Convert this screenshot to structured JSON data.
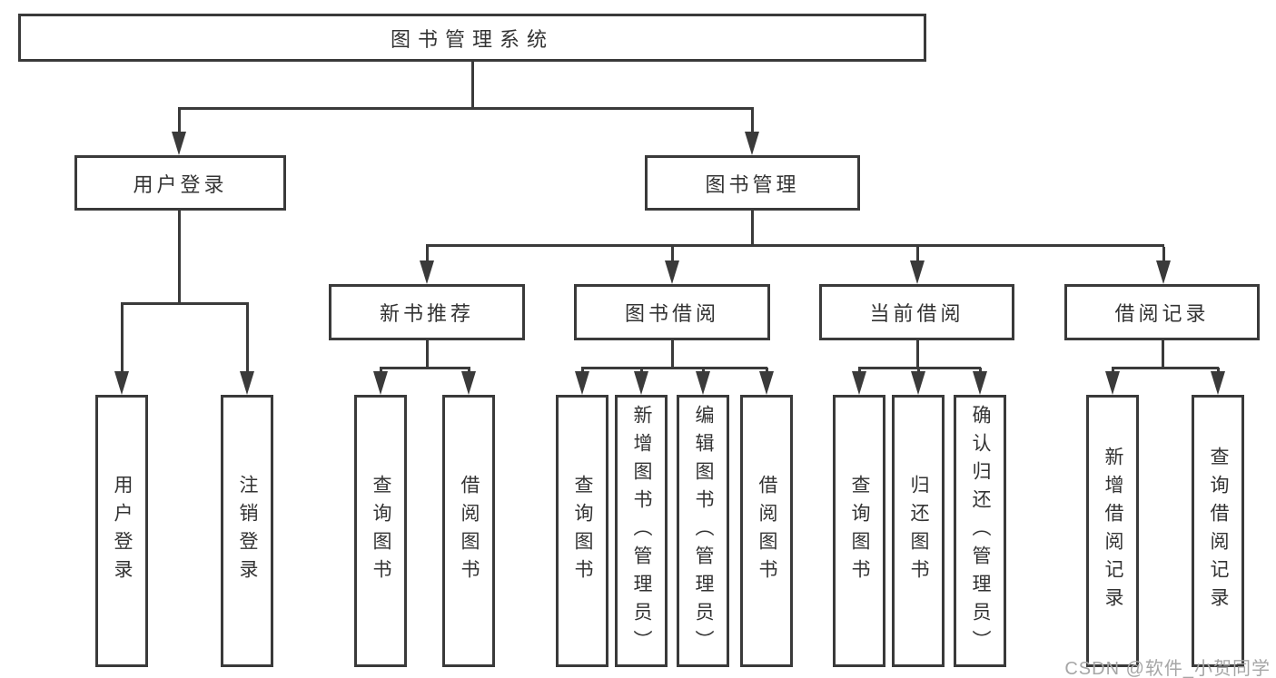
{
  "colors": {
    "line": "#3a3a3a",
    "text": "#333333",
    "background": "#ffffff",
    "watermark": "#a6a6a6"
  },
  "root": {
    "label": "图书管理系统"
  },
  "level2": {
    "user_login": {
      "label": "用户登录"
    },
    "book_mgmt": {
      "label": "图书管理"
    }
  },
  "level3": {
    "new_books": {
      "label": "新书推荐"
    },
    "book_borrow": {
      "label": "图书借阅"
    },
    "current_borrow": {
      "label": "当前借阅"
    },
    "borrow_records": {
      "label": "借阅记录"
    }
  },
  "leaves": {
    "user_login": {
      "label": "用户登录"
    },
    "logout": {
      "label": "注销登录"
    },
    "newbooks_query": {
      "label": "查询图书"
    },
    "newbooks_borrow": {
      "label": "借阅图书"
    },
    "borrow_query": {
      "label": "查询图书"
    },
    "borrow_add": {
      "label": "新增图书（管理员）"
    },
    "borrow_edit": {
      "label": "编辑图书（管理员）"
    },
    "borrow_borrow": {
      "label": "借阅图书"
    },
    "current_query": {
      "label": "查询图书"
    },
    "current_return": {
      "label": "归还图书"
    },
    "current_confirm": {
      "label": "确认归还（管理员）"
    },
    "records_add": {
      "label": "新增借阅记录"
    },
    "records_query": {
      "label": "查询借阅记录"
    }
  },
  "watermark": "CSDN @软件_小贺同学"
}
